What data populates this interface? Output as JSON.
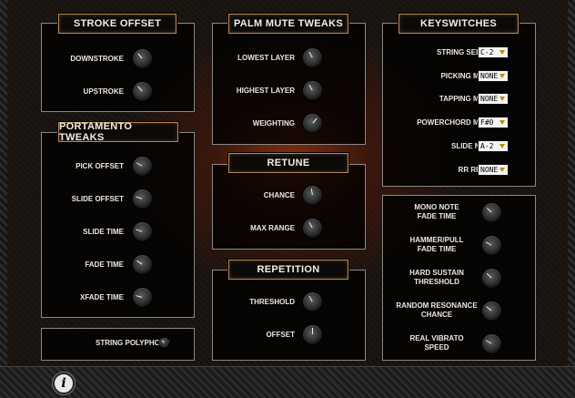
{
  "stroke_offset": {
    "title": "STROKE OFFSET",
    "downstroke": "DOWNSTROKE",
    "upstroke": "UPSTROKE"
  },
  "portamento_tweaks": {
    "title": "PORTAMENTO TWEAKS",
    "pick_offset": "PICK OFFSET",
    "slide_offset": "SLIDE OFFSET",
    "slide_time": "SLIDE TIME",
    "fade_time": "FADE TIME",
    "xfade_time": "XFADE TIME"
  },
  "string_polyphony": {
    "label": "STRING POLYPHONY"
  },
  "palm_mute_tweaks": {
    "title": "PALM MUTE TWEAKS",
    "lowest_layer": "LOWEST LAYER",
    "highest_layer": "HIGHEST LAYER",
    "weighting": "WEIGHTING"
  },
  "retune": {
    "title": "RETUNE",
    "chance": "CHANCE",
    "max_range": "MAX RANGE"
  },
  "repetition": {
    "title": "REPETITION",
    "threshold": "THRESHOLD",
    "offset": "OFFSET"
  },
  "keyswitches": {
    "title": "KEYSWITCHES",
    "string_select": {
      "label": "STRING SELECT",
      "value": "C-2"
    },
    "picking_mode": {
      "label": "PICKING MODE",
      "value": "NONE"
    },
    "tapping_mode": {
      "label": "TAPPING MODE",
      "value": "NONE"
    },
    "powerchord_mode": {
      "label": "POWERCHORD MODE",
      "value": "F#0"
    },
    "slide_note": {
      "label": "SLIDE NOTE",
      "value": "A-2"
    },
    "rr_reset": {
      "label": "RR RESET",
      "value": "NONE"
    }
  },
  "misc": {
    "mono_note_fade_time": [
      "MONO NOTE",
      "FADE TIME"
    ],
    "hammer_pull_fade_time": [
      "HAMMER/PULL",
      "FADE TIME"
    ],
    "hard_sustain_threshold": [
      "HARD SUSTAIN",
      "THRESHOLD"
    ],
    "random_resonance_chance": [
      "RANDOM RESONANCE",
      "CHANCE"
    ],
    "real_vibrato_speed": [
      "REAL VIBRATO",
      "SPEED"
    ]
  },
  "footer": {
    "info_icon": "i"
  },
  "icons": {
    "info": "info-icon",
    "dropdown": "dropdown-arrow-icon"
  },
  "colors": {
    "title_border": "#b78a55",
    "dropdown_arrow": "#c08a00",
    "panel_border": "#8a8a8a"
  }
}
